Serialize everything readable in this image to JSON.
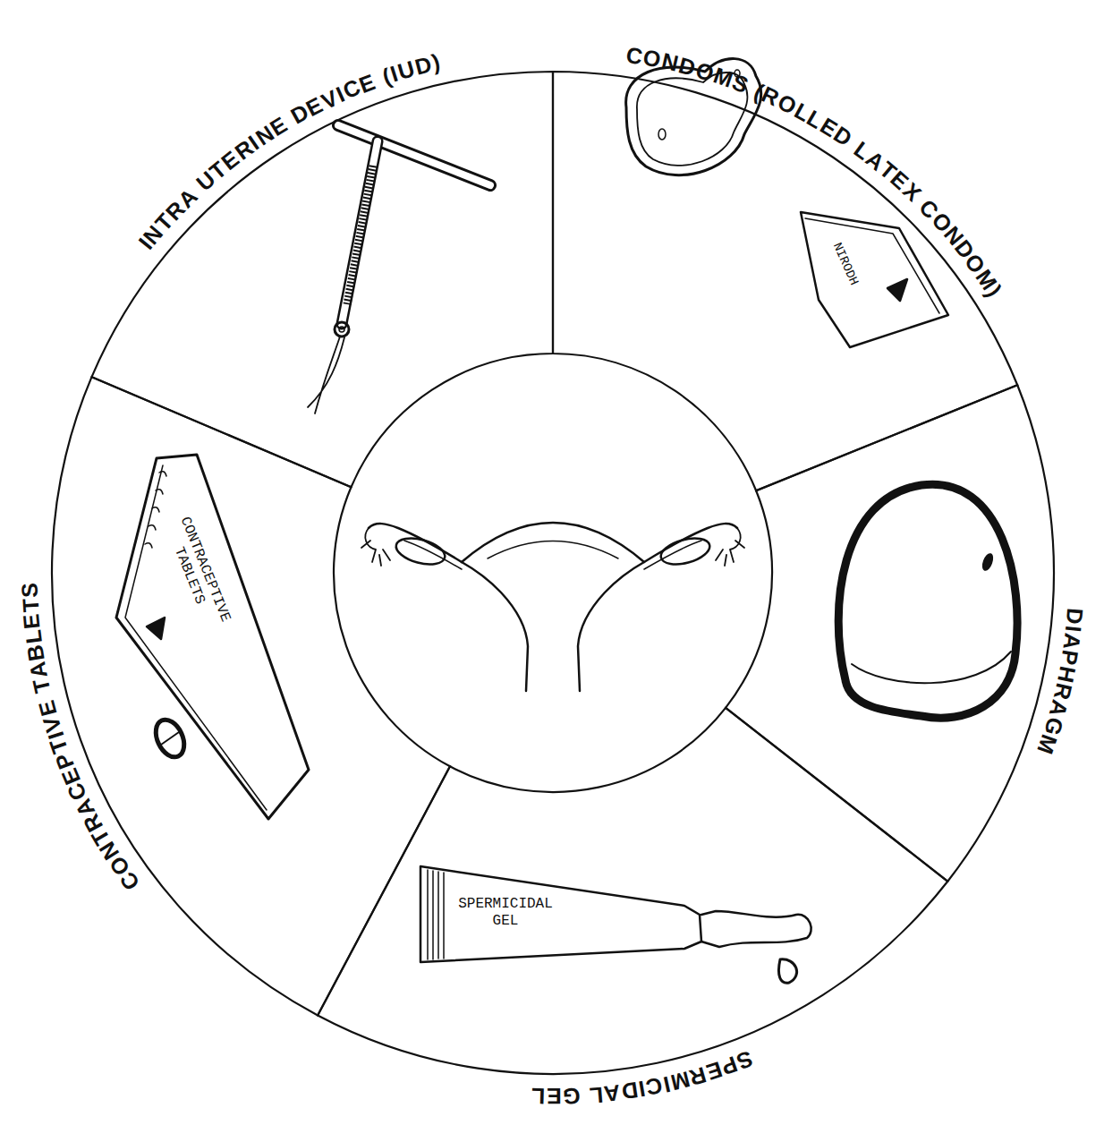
{
  "diagram": {
    "nodes": [
      {
        "text": [
          "INTRA UTERINE DEVICE (IUD)"
        ]
      },
      {
        "text": [
          "CONDOMS (ROLLED LATEX CONDOM)"
        ]
      },
      {
        "text": [
          "DIAPHRAGM"
        ]
      },
      {
        "text": [
          "SPERMICIDAL GEL"
        ]
      },
      {
        "text": [
          "CONTRACEPTIVE TABLETS"
        ]
      }
    ],
    "labels": [
      "NIRODH",
      "CONTRACEPTIVE TABLETS",
      "SPERMICIDAL GEL"
    ]
  }
}
